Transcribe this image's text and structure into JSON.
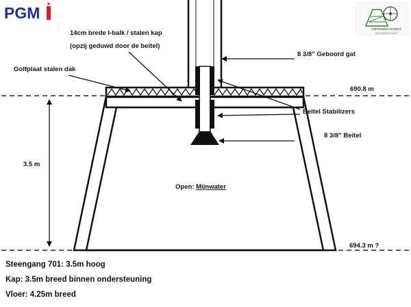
{
  "logo": {
    "text": "PGM",
    "suffix": "i",
    "brand_color": "#1a2fb0",
    "accent_color": "#d92020"
  },
  "badge": {
    "line1": "minewater project",
    "line2": "mijnwaterproject"
  },
  "labels": {
    "ibeam_line1": "14cm brede I-balk / stalen kap",
    "ibeam_line2": "(opzij geduwd door de beitel)",
    "roof": "Golfplaat stalen dak",
    "drilled_hole": "8 3/8” Geboord gat",
    "level_top": "690.8 m",
    "stabilizers": "Beitel Stabilizers",
    "bit": "8 3/8” Beitel",
    "height": "3.5 m",
    "open_prefix": "Open: ",
    "open_value": "Mijnwater",
    "level_bottom": "694.3 m ?"
  },
  "notes": [
    "Steengang 701: 3.5m hoog",
    "Kap: 3.5m breed binnen ondersteuning",
    "Vloer: 4.25m breed"
  ]
}
